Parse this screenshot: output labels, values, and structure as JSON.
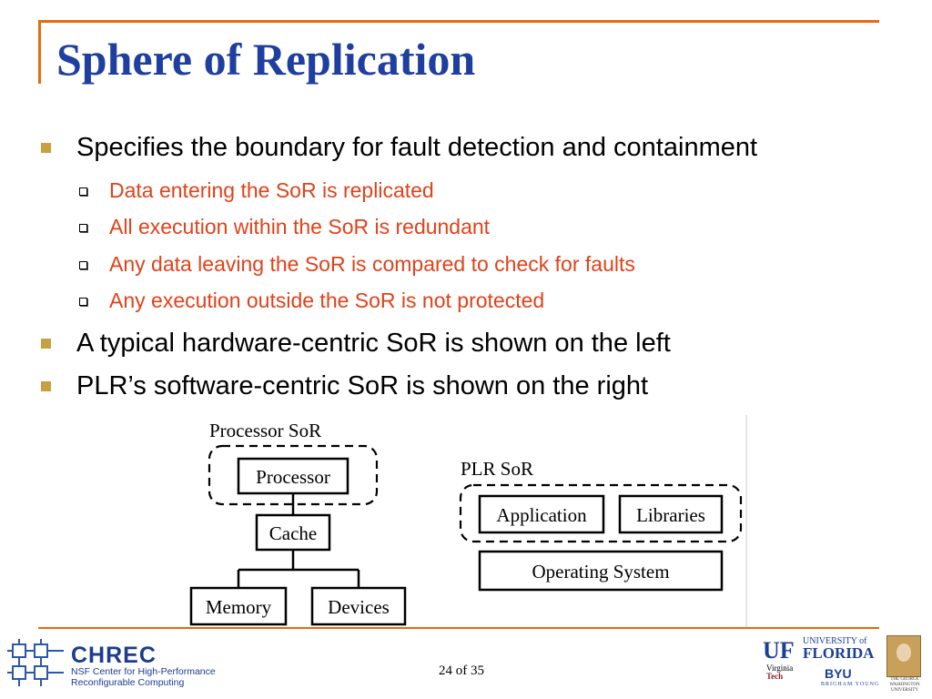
{
  "slide": {
    "title": "Sphere of Replication",
    "bullets": [
      "Specifies the boundary for fault detection and containment",
      "A typical hardware-centric SoR is shown on the left",
      "PLR’s software-centric SoR is shown on the right"
    ],
    "sub_bullets": [
      "Data entering the SoR is replicated",
      "All execution within the SoR is redundant",
      "Any data leaving the SoR is compared to check for faults",
      "Any execution outside the SoR is not protected"
    ],
    "page_current": "24",
    "page_of": "of",
    "page_total": "35"
  },
  "diagram_left": {
    "group_label": "Processor SoR",
    "processor": "Processor",
    "cache": "Cache",
    "memory": "Memory",
    "devices": "Devices"
  },
  "diagram_right": {
    "group_label": "PLR SoR",
    "application": "Application",
    "libraries": "Libraries",
    "os": "Operating System"
  },
  "footer": {
    "chrec_name": "CHREC",
    "chrec_line1": "NSF Center for High-Performance",
    "chrec_line2": "Reconfigurable Computing",
    "uf_mark": "UF",
    "uf_university": "UNIVERSITY of",
    "uf_florida": "FLORIDA",
    "vt_line1": "Virginia",
    "vt_line2": "Tech",
    "byu": "BYU",
    "byu_sub": "BRIGHAM YOUNG",
    "gw_text": "THE GEORGE WASHINGTON UNIVERSITY"
  },
  "colors": {
    "title": "#1f3fa0",
    "accent_line": "#e46c0a",
    "sub_bullet_text": "#e0421a",
    "bullet_marker": "#c8a040"
  }
}
